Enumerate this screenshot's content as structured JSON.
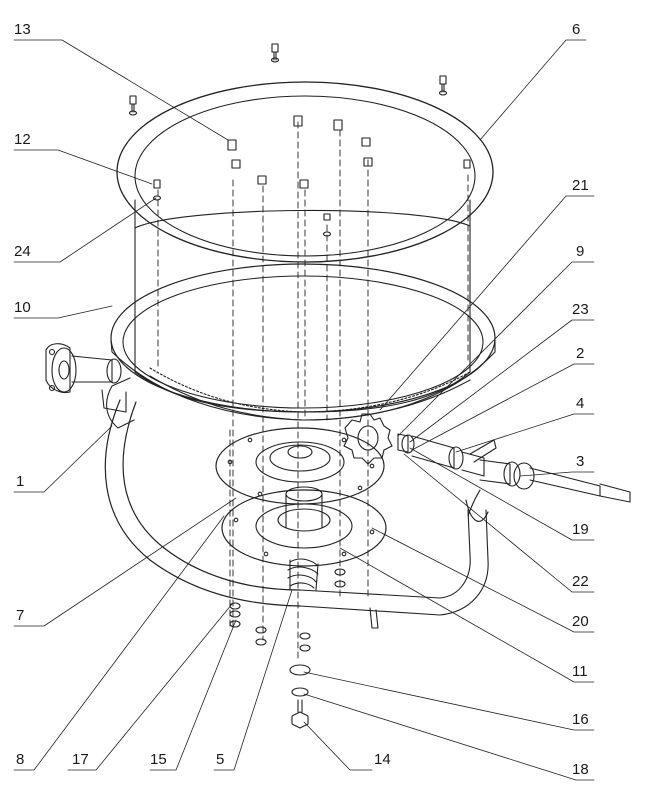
{
  "diagram": {
    "type": "exploded-parts-view",
    "callouts": [
      "13",
      "6",
      "12",
      "24",
      "21",
      "10",
      "9",
      "23",
      "2",
      "4",
      "1",
      "3",
      "19",
      "22",
      "7",
      "20",
      "11",
      "16",
      "8",
      "17",
      "15",
      "5",
      "14",
      "18"
    ]
  }
}
